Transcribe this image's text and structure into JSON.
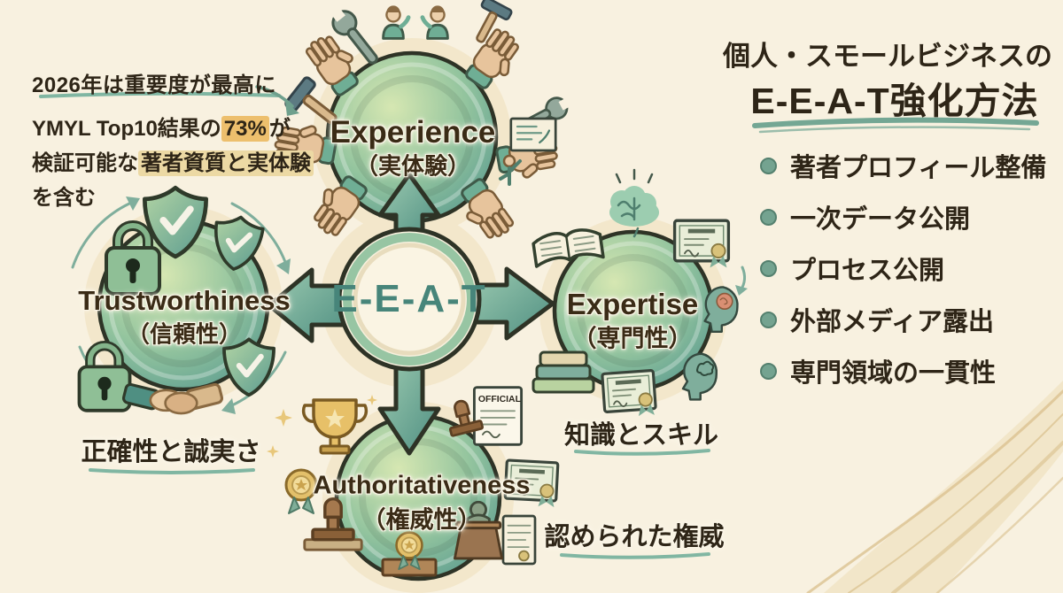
{
  "palette": {
    "background": "#f8f1e0",
    "ink": "#2e2517",
    "teal_text": "#47857a",
    "node_green_light": "#d6e7b2",
    "node_green_dark": "#5c9c90",
    "highlight_strong": "#edbf6d",
    "highlight_soft": "#ecd9a4",
    "underline_teal": "#80b6a2"
  },
  "center": {
    "label": "E-E-A-T"
  },
  "nodes": {
    "experience": {
      "en": "Experience",
      "ja": "（実体験）"
    },
    "expertise": {
      "en": "Expertise",
      "ja": "（専門性）"
    },
    "authoritativeness": {
      "en": "Authoritativeness",
      "ja": "（権威性）"
    },
    "trustworthiness": {
      "en": "Trustworthiness",
      "ja": "（信頼性）"
    }
  },
  "annotations": {
    "top_note": "2026年は重要度が最高に",
    "ymyl_pre1": "YMYL Top10結果の",
    "ymyl_hl1": "73%",
    "ymyl_post1": "が",
    "ymyl_pre2": "検証可能な",
    "ymyl_hl2": "著者資質と実体験",
    "ymyl_line3": "を含む",
    "trust_caption": "正確性と誠実さ",
    "expertise_caption": "知識とスキル",
    "authority_caption": "認められた権威"
  },
  "panel": {
    "title_line1": "個人・スモールビジネスの",
    "title_line2": "E-E-A-T強化方法",
    "items": [
      {
        "label": "著者プロフィール整備"
      },
      {
        "label": "一次データ公開"
      },
      {
        "label": "プロセス公開"
      },
      {
        "label": "外部メディア露出"
      },
      {
        "label": "専門領域の一貫性"
      }
    ]
  },
  "icons": {
    "official_label": "OFFICIAL"
  }
}
